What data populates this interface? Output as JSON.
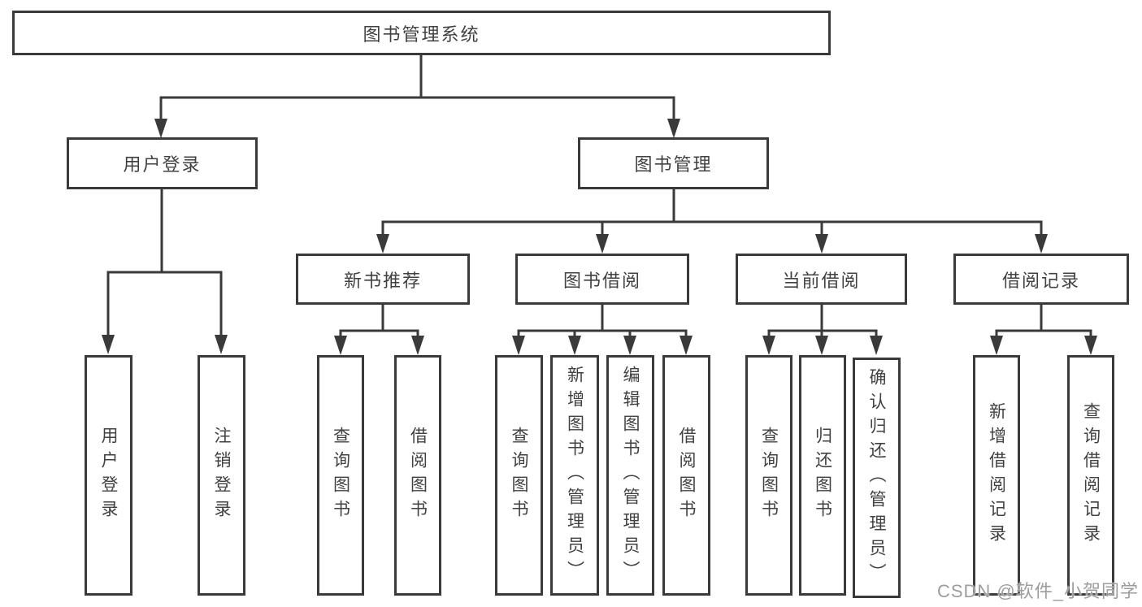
{
  "diagram": {
    "tree": {
      "label": "图书管理系统",
      "children": [
        {
          "label": "用户登录",
          "children": [
            {
              "label": "用户登录"
            },
            {
              "label": "注销登录"
            }
          ]
        },
        {
          "label": "图书管理",
          "children": [
            {
              "label": "新书推荐",
              "children": [
                {
                  "label": "查询图书"
                },
                {
                  "label": "借阅图书"
                }
              ]
            },
            {
              "label": "图书借阅",
              "children": [
                {
                  "label": "查询图书"
                },
                {
                  "label": "新增图书（管理员）"
                },
                {
                  "label": "编辑图书（管理员）"
                },
                {
                  "label": "借阅图书"
                }
              ]
            },
            {
              "label": "当前借阅",
              "children": [
                {
                  "label": "查询图书"
                },
                {
                  "label": "归还图书"
                },
                {
                  "label": "确认归还（管理员）"
                }
              ]
            },
            {
              "label": "借阅记录",
              "children": [
                {
                  "label": "新增借阅记录"
                },
                {
                  "label": "查询借阅记录"
                }
              ]
            }
          ]
        }
      ]
    }
  },
  "watermark": {
    "text": "CSDN @软件_小贺同学"
  },
  "colors": {
    "line": "#3a3a3a",
    "box_border": "#3a3a3a",
    "text": "#414141",
    "watermark": "#9d9d9d",
    "background": "#ffffff"
  }
}
